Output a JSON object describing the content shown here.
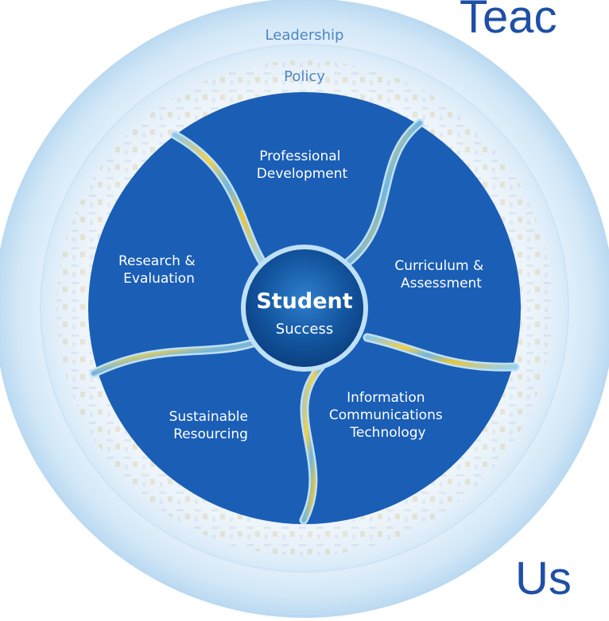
{
  "rings": {
    "outer": "Leadership",
    "inner": "Policy"
  },
  "center": {
    "title": "Student",
    "subtitle": "Success"
  },
  "segments": [
    {
      "key": "professional-development",
      "lines": [
        "Professional",
        "Development"
      ]
    },
    {
      "key": "curriculum-assessment",
      "lines": [
        "Curriculum &",
        "Assessment"
      ]
    },
    {
      "key": "information-communications-technology",
      "lines": [
        "Information",
        "Communications",
        "Technology"
      ]
    },
    {
      "key": "sustainable-resourcing",
      "lines": [
        "Sustainable",
        "Resourcing"
      ]
    },
    {
      "key": "research-evaluation",
      "lines": [
        "Research &",
        "Evaluation"
      ]
    }
  ],
  "side_text": {
    "top": "Teac",
    "bottom": "Us"
  },
  "colors": {
    "segment_blue": "#1a5eb6",
    "segment_blue_dark": "#114c9a",
    "center_dark": "#0b3f80",
    "center_light": "#2f7fcd",
    "outer_ring": "#c6e1f5",
    "middle_ring": "#dcebf8",
    "ring_text": "#4d86c4",
    "side_text": "#1f4fa6"
  }
}
